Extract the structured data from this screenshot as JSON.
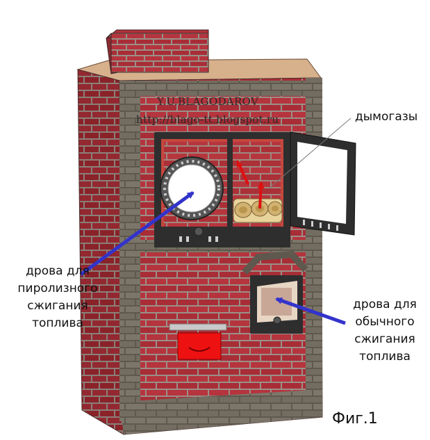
{
  "watermark": {
    "author": "Y.U.BLAGODAROV",
    "url": "http://blago-tt.blogspot.ru"
  },
  "labels": {
    "smoke_gases": "дымогазы",
    "pyrolysis_wood": [
      "дрова для",
      "пиролизного",
      "сжигания",
      "топлива"
    ],
    "ordinary_wood": [
      "дрова для",
      "обычного",
      "сжигания",
      "топлива"
    ],
    "figure": "Фиг.1"
  },
  "colors": {
    "brick": "#b0323a",
    "brick_dark": "#8a2028",
    "mortar": "#9a9088",
    "grey_brick": "#7a7466",
    "iron": "#2e2e2e",
    "arrow_blue": "#3333cc",
    "flame_red": "#dd1111",
    "ash_door": "#ee1111"
  }
}
